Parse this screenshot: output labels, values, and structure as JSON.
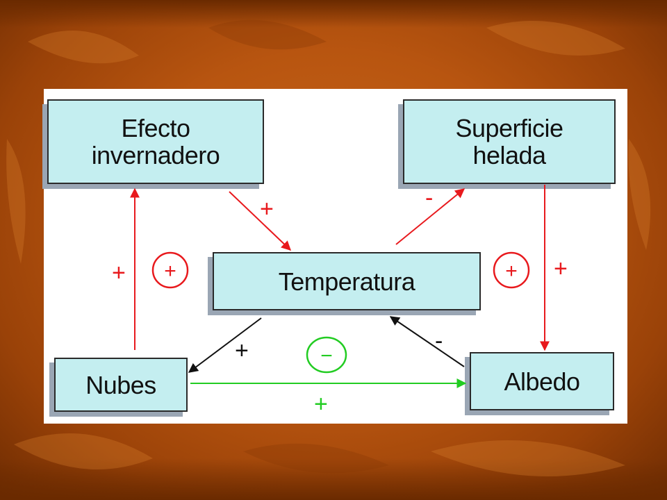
{
  "colors": {
    "background": "#b85510",
    "box_fill": "#c4eef0",
    "positive_arrow": "#e8191d",
    "negative_arrow": "#111111",
    "balancing_loop": "#22cc22"
  },
  "nodes": {
    "greenhouse": "Efecto invernadero",
    "ice": "Superficie helada",
    "temperature": "Temperatura",
    "clouds": "Nubes",
    "albedo": "Albedo"
  },
  "links": {
    "greenhouse_to_temperature": "+",
    "temperature_to_ice": "-",
    "ice_to_albedo": "+",
    "albedo_to_temperature": "-",
    "temperature_to_clouds": "+",
    "clouds_to_greenhouse": "+",
    "clouds_to_albedo": "+"
  },
  "loops": {
    "left": "+",
    "right": "+",
    "bottom": "−"
  }
}
